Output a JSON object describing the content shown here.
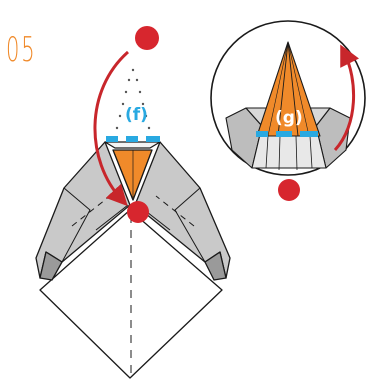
{
  "step_number": "05",
  "labels": {
    "f": "(f)",
    "g": "(g)"
  },
  "colors": {
    "paper_gray": "#c8c8c8",
    "paper_orange": "#f08a2a",
    "marker_red": "#d7262e",
    "crease_blue": "#29a9e1",
    "arrow_red": "#c8262b",
    "outline": "#1a1a1a"
  },
  "icons": [
    "red-dot-marker",
    "curved-arrow",
    "blue-dashed-crease"
  ]
}
